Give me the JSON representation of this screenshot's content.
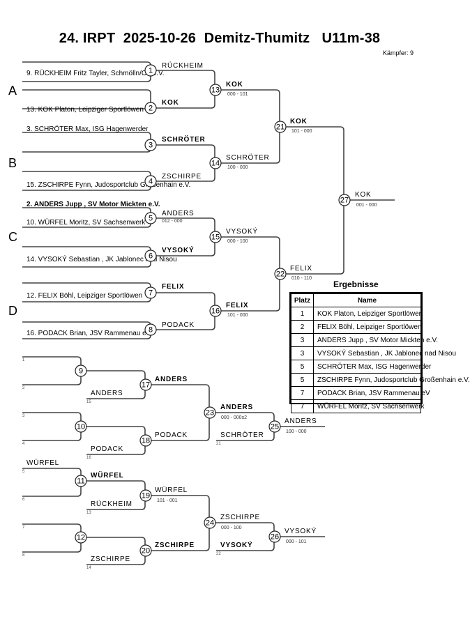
{
  "header": {
    "title": "24. IRPT  2025-10-26  Demitz-Thumitz   U11m-38",
    "fighters_label": "Kämpfer: 9"
  },
  "pools": [
    "A",
    "B",
    "C",
    "D"
  ],
  "main_bracket": {
    "entries": [
      {
        "slot": 1,
        "text": "",
        "bold": false
      },
      {
        "slot": 2,
        "text": "9. RÜCKHEIM Fritz Tayler,  Schmölln/OL e.V.",
        "bold": false
      },
      {
        "slot": 3,
        "text": "",
        "bold": false
      },
      {
        "slot": 4,
        "text": "13. KOK Platon, Leipziger Sportlöwen",
        "bold": false
      },
      {
        "slot": 5,
        "text": "3. SCHRÖTER Max, ISG Hagenwerder",
        "bold": false
      },
      {
        "slot": 6,
        "text": "",
        "bold": false
      },
      {
        "slot": 7,
        "text": "",
        "bold": false
      },
      {
        "slot": 8,
        "text": "15. ZSCHIRPE Fynn, Judosportclub Großenhain e.V.",
        "bold": false
      },
      {
        "slot": 9,
        "text": "2. ANDERS  Jupp , SV Motor Mickten e.V.",
        "bold": true
      },
      {
        "slot": 10,
        "text": "10. WÜRFEL Moritz, SV Sachsenwerk",
        "bold": false
      },
      {
        "slot": 11,
        "text": "",
        "bold": false
      },
      {
        "slot": 12,
        "text": "14. VYSOKÝ Sebastian                    , JK Jablonec nad Nisou",
        "bold": false
      },
      {
        "slot": 13,
        "text": "",
        "bold": false
      },
      {
        "slot": 14,
        "text": "12. FELIX Böhl, Leipziger Sportlöwen",
        "bold": false
      },
      {
        "slot": 15,
        "text": "",
        "bold": false
      },
      {
        "slot": 16,
        "text": "16. PODACK  Brian, JSV Rammenau eV",
        "bold": false
      }
    ],
    "round1": [
      {
        "match": 1,
        "winner": "RÜCKHEIM",
        "bold": false,
        "score": ""
      },
      {
        "match": 2,
        "winner": "KOK",
        "bold": true,
        "score": ""
      },
      {
        "match": 3,
        "winner": "SCHRÖTER",
        "bold": true,
        "score": ""
      },
      {
        "match": 4,
        "winner": "ZSCHIRPE",
        "bold": false,
        "score": ""
      },
      {
        "match": 5,
        "winner": "ANDERS",
        "bold": false,
        "score": "012 - 000"
      },
      {
        "match": 6,
        "winner": "VYSOKÝ",
        "bold": true,
        "score": ""
      },
      {
        "match": 7,
        "winner": "FELIX",
        "bold": true,
        "score": ""
      },
      {
        "match": 8,
        "winner": "PODACK",
        "bold": false,
        "score": ""
      }
    ],
    "round2": [
      {
        "match": 13,
        "winner": "KOK",
        "bold": true,
        "score": "000 - 101"
      },
      {
        "match": 14,
        "winner": "SCHRÖTER",
        "bold": false,
        "score": "100 - 000"
      },
      {
        "match": 15,
        "winner": "VYSOKÝ",
        "bold": false,
        "score": "000 - 100"
      },
      {
        "match": 16,
        "winner": "FELIX",
        "bold": true,
        "score": "101 - 000"
      }
    ],
    "semis": [
      {
        "match": 21,
        "winner": "KOK",
        "bold": true,
        "score": "101 - 000"
      },
      {
        "match": 22,
        "winner": "FELIX",
        "bold": false,
        "score": "010 - 110"
      }
    ],
    "final": {
      "match": 27,
      "winner": "KOK",
      "bold": false,
      "score": "001 - 000"
    }
  },
  "repechage": {
    "r1": [
      {
        "match": 9,
        "top_idx": "1",
        "bot_idx": "2",
        "top_name": "",
        "winner": "",
        "bold": false
      },
      {
        "match": 10,
        "top_idx": "3",
        "bot_idx": "4",
        "top_name": "",
        "winner": "",
        "bold": false
      },
      {
        "match": 11,
        "top_idx": "5",
        "bot_idx": "6",
        "top_name": "WÜRFEL",
        "winner": "WÜRFEL",
        "bold": true
      },
      {
        "match": 12,
        "top_idx": "7",
        "bot_idx": "8",
        "top_name": "",
        "winner": "",
        "bold": false
      }
    ],
    "r2": [
      {
        "match": 17,
        "drop_name": "ANDERS",
        "drop_idx": "15",
        "winner": "ANDERS",
        "bold": true,
        "score": ""
      },
      {
        "match": 18,
        "drop_name": "PODACK",
        "drop_idx": "16",
        "winner": "PODACK",
        "bold": false,
        "score": ""
      },
      {
        "match": 19,
        "drop_name": "RÜCKHEIM",
        "drop_idx": "13",
        "winner": "WÜRFEL",
        "bold": false,
        "score": "101 - 001"
      },
      {
        "match": 20,
        "drop_name": "ZSCHIRPE",
        "drop_idx": "14",
        "winner": "ZSCHIRPE",
        "bold": true,
        "score": ""
      }
    ],
    "r3": [
      {
        "match": 23,
        "winner": "ANDERS",
        "bold": true,
        "score": "000 - 000s2",
        "drop_name": "SCHRÖTER",
        "drop_idx": "21",
        "drop_bold": false
      },
      {
        "match": 24,
        "winner": "ZSCHIRPE",
        "bold": false,
        "score": "000 - 100",
        "drop_name": "VYSOKÝ",
        "drop_idx": "22",
        "drop_bold": true
      }
    ],
    "bronze": [
      {
        "match": 25,
        "winner": "ANDERS",
        "bold": false,
        "score": "100 - 000"
      },
      {
        "match": 26,
        "winner": "VYSOKÝ",
        "bold": false,
        "score": "000 - 101"
      }
    ]
  },
  "results": {
    "title": "Ergebnisse",
    "columns": [
      "Platz",
      "Name"
    ],
    "rows": [
      {
        "place": "1",
        "name": "KOK Platon, Leipziger Sportlöwen"
      },
      {
        "place": "2",
        "name": "FELIX Böhl, Leipziger Sportlöwen"
      },
      {
        "place": "3",
        "name": "ANDERS  Jupp , SV Motor Mickten e.V."
      },
      {
        "place": "3",
        "name": "VYSOKÝ Sebastian                    , JK Jablonec nad Nisou"
      },
      {
        "place": "5",
        "name": "SCHRÖTER Max, ISG Hagenwerder"
      },
      {
        "place": "5",
        "name": "ZSCHIRPE Fynn, Judosportclub Großenhain e.V."
      },
      {
        "place": "7",
        "name": "PODACK  Brian, JSV Rammenau eV"
      },
      {
        "place": "7",
        "name": "WÜRFEL Moritz, SV Sachsenwerk"
      }
    ]
  }
}
